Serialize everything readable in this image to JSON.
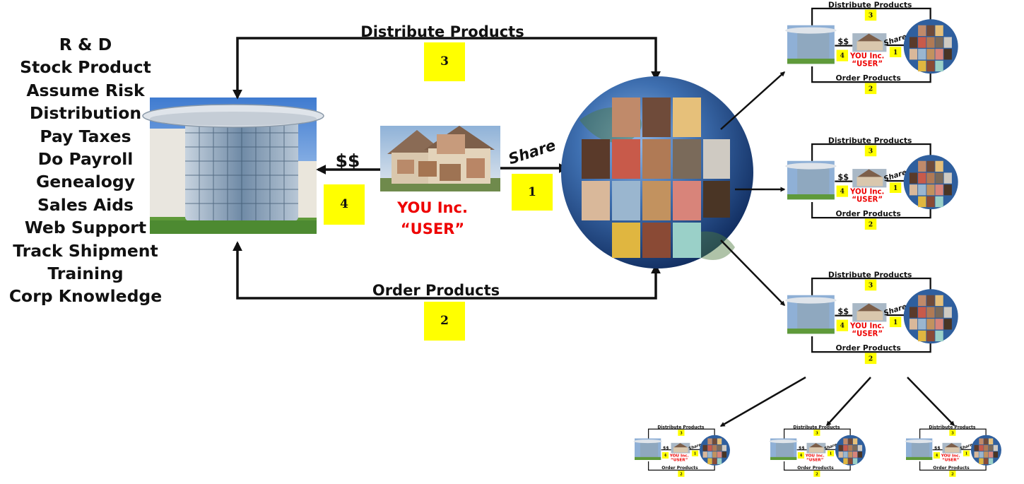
{
  "corporate_functions": [
    "R & D",
    "Stock Product",
    "Assume Risk",
    "Distribution",
    "Pay Taxes",
    "Do Payroll",
    "Genealogy",
    "Sales Aids",
    "Web Support",
    "Track Shipment",
    "Training",
    "Corp Knowledge"
  ],
  "flow": {
    "distribute_label": "Distribute Products",
    "distribute_step": "3",
    "order_label": "Order Products",
    "order_step": "2",
    "money_label": "$$",
    "money_step": "4",
    "share_label": "Share",
    "share_step": "1",
    "user_line1": "YOU Inc.",
    "user_line2": "“USER”"
  },
  "colors": {
    "step_box": "#ffff00",
    "user_text": "#ee0000",
    "globe": "#2f5f9e",
    "building": "#8fa8bf",
    "arrow": "#111111"
  }
}
